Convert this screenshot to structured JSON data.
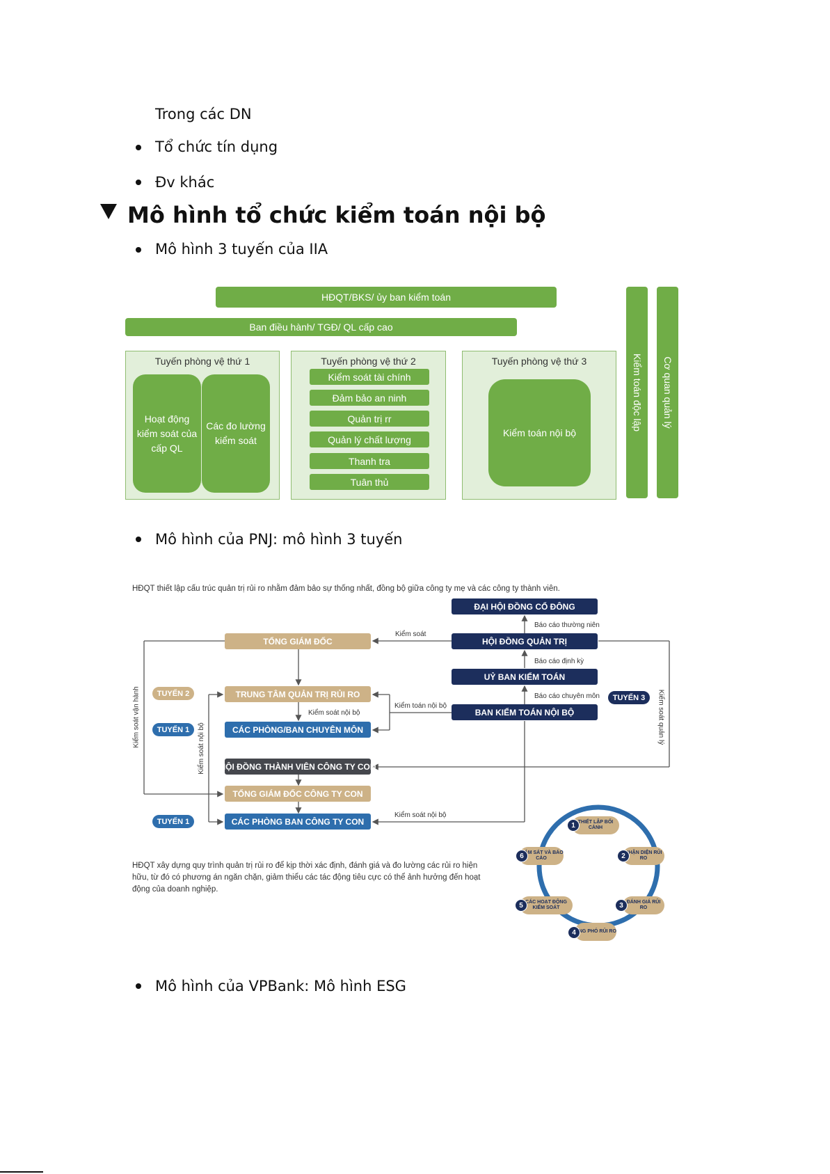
{
  "intro_line": "Trong các DN",
  "bullets_top": [
    "Tổ chức tín dụng",
    "Đv khác"
  ],
  "section_heading": "Mô hình tổ chức kiểm toán nội bộ",
  "bullet_iia": "Mô hình 3 tuyến của IIA",
  "iia": {
    "board": "HĐQT/BKS/ ủy ban kiểm toán",
    "mgmt": "Ban điều hành/ TGĐ/ QL cấp cao",
    "line1": {
      "title": "Tuyến phòng vệ thứ 1",
      "left": "Hoạt động kiểm soát của cấp QL",
      "right": "Các đo lường kiểm soát"
    },
    "line2": {
      "title": "Tuyến phòng vệ thứ 2",
      "items": [
        "Kiểm soát tài chính",
        "Đảm bảo an ninh",
        "Quản trị rr",
        "Quản lý chất lượng",
        "Thanh tra",
        "Tuân thủ"
      ]
    },
    "line3": {
      "title": "Tuyến phòng vệ thứ 3",
      "block": "Kiểm toán nội bộ"
    },
    "vertical1": "Kiểm toán độc lập",
    "vertical2": "Cơ quan quản lý"
  },
  "bullet_pnj": "Mô hình của PNJ: mô hình 3 tuyến",
  "pnj": {
    "top_note": "HĐQT thiết lập cấu trúc quản trị rủi ro nhằm đảm bảo sự thống nhất, đồng bộ giữa công ty mẹ và các công ty thành viên.",
    "boxes": {
      "dhdcd": "ĐẠI HỘI ĐỒNG CỔ ĐÔNG",
      "hdqt": "HỘI ĐỒNG QUẢN TRỊ",
      "ubkt": "UỶ BAN KIỂM TOÁN",
      "bktnb": "BAN KIỂM TOÁN NỘI BỘ",
      "tgd": "TỔNG GIÁM ĐỐC",
      "ttqtrr": "TRUNG TÂM QUẢN TRỊ RỦI RO",
      "cpbcm": "CÁC PHÒNG/BAN CHUYÊN MÔN",
      "hdtv": "HỘI ĐỒNG THÀNH VIÊN CÔNG TY CON",
      "tgdcon": "TỔNG GIÁM ĐỐC CÔNG TY CON",
      "cpbcon": "CÁC PHÒNG BAN CÔNG TY CON"
    },
    "pills": {
      "t2": "TUYẾN 2",
      "t1a": "TUYẾN 1",
      "t1b": "TUYẾN 1",
      "t3": "TUYẾN 3"
    },
    "labels": {
      "bctn": "Báo cáo thường niên",
      "bcdk": "Báo cáo định kỳ",
      "bccm": "Báo cáo chuyên môn",
      "ks": "Kiểm soát",
      "ktnb": "Kiểm toán nội bộ",
      "ksnb1": "Kiểm soát nội bộ",
      "ksnb2": "Kiểm soát nội bộ",
      "ksvh": "Kiểm soát vận hành",
      "ksnb_v": "Kiểm soát nội bộ",
      "ksql": "Kiểm soát quản lý"
    },
    "bottom_note": "HĐQT xây dựng quy trình quản trị rủi ro để kịp thời xác định, đánh giá và đo lường các rủi ro hiện hữu, từ đó có phương án ngăn chặn, giảm thiểu các tác động tiêu cực có thể ảnh hưởng đến hoạt động của doanh nghiệp.",
    "cycle": [
      {
        "n": "1",
        "label": "THIẾT LẬP BỐI CẢNH"
      },
      {
        "n": "2",
        "label": "NHẬN DIỆN RỦI RO"
      },
      {
        "n": "3",
        "label": "ĐÁNH GIÁ RỦI RO"
      },
      {
        "n": "4",
        "label": "ỨNG PHÓ RỦI RO"
      },
      {
        "n": "5",
        "label": "CÁC HOẠT ĐỘNG KIỂM SOÁT"
      },
      {
        "n": "6",
        "label": "GIÁM SÁT VÀ BÁO CÁO"
      }
    ]
  },
  "bullet_vpbank": "Mô hình của VPBank: Mô hình ESG"
}
